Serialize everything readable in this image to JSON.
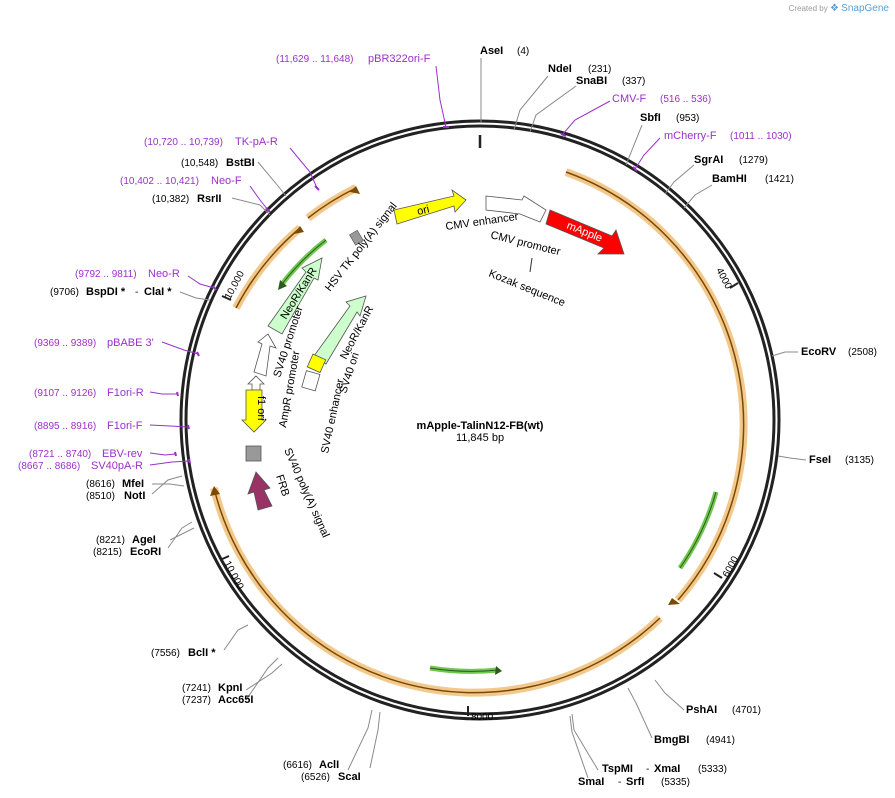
{
  "branding": {
    "created_by": "Created by",
    "app": "SnapGene"
  },
  "plasmid": {
    "name": "mApple-TalinN12-FB(wt)",
    "size": "11,845 bp"
  },
  "ticks": [
    "2000",
    "4000",
    "6000",
    "8000",
    "10,000"
  ],
  "enzymes": [
    {
      "name": "AseI",
      "pos": "(4)"
    },
    {
      "name": "NdeI",
      "pos": "(231)"
    },
    {
      "name": "SnaBI",
      "pos": "(337)"
    },
    {
      "name": "SbfI",
      "pos": "(953)"
    },
    {
      "name": "SgrAI",
      "pos": "(1279)"
    },
    {
      "name": "BamHI",
      "pos": "(1421)"
    },
    {
      "name": "EcoRV",
      "pos": "(2508)"
    },
    {
      "name": "FseI",
      "pos": "(3135)"
    },
    {
      "name": "PshAI",
      "pos": "(4701)"
    },
    {
      "name": "BmgBI",
      "pos": "(4941)"
    },
    {
      "name": "TspMI",
      "sep": "-",
      "name2": "XmaI",
      "pos": "(5333)"
    },
    {
      "name": "SmaI",
      "sep": "-",
      "name2": "SrfI",
      "pos": "(5335)"
    },
    {
      "name": "AclI",
      "pos": "(6616)"
    },
    {
      "name": "ScaI",
      "pos": "(6526)"
    },
    {
      "name": "KpnI",
      "pos": "(7241)"
    },
    {
      "name": "Acc65I",
      "pos": "(7237)"
    },
    {
      "name": "BclI *",
      "pos": "(7556)"
    },
    {
      "name": "AgeI",
      "pos": "(8221)"
    },
    {
      "name": "EcoRI",
      "pos": "(8215)"
    },
    {
      "name": "MfeI",
      "pos": "(8616)"
    },
    {
      "name": "NotI",
      "pos": "(8510)"
    },
    {
      "name": "BspDI *",
      "sep": "-",
      "name2": "ClaI *",
      "pos": "(9706)"
    },
    {
      "name": "RsrII",
      "pos": "(10,382)"
    },
    {
      "name": "BstBI",
      "pos": "(10,548)"
    }
  ],
  "primers": [
    {
      "name": "pBR322ori-F",
      "range": "(11,629 .. 11,648)"
    },
    {
      "name": "CMV-F",
      "range": "(516 .. 536)"
    },
    {
      "name": "mCherry-F",
      "range": "(1011 .. 1030)"
    },
    {
      "name": "TK-pA-R",
      "range": "(10,720 .. 10,739)"
    },
    {
      "name": "Neo-F",
      "range": "(10,402 .. 10,421)"
    },
    {
      "name": "Neo-R",
      "range": "(9792 .. 9811)"
    },
    {
      "name": "pBABE 3'",
      "range": "(9369 .. 9389)"
    },
    {
      "name": "F1ori-R",
      "range": "(9107 .. 9126)"
    },
    {
      "name": "F1ori-F",
      "range": "(8895 .. 8916)"
    },
    {
      "name": "EBV-rev",
      "range": "(8721 .. 8740)"
    },
    {
      "name": "SV40pA-R",
      "range": "(8667 .. 8686)"
    }
  ],
  "features": {
    "ori": "ori",
    "mApple": "mApple",
    "cmv_enhancer": "CMV enhancer",
    "cmv_promoter": "CMV promoter",
    "kozak": "Kozak sequence",
    "hsv_tk": "HSV TK poly(A) signal",
    "neo_inner": "NeoR/KanR",
    "neo_outer": "NeoR/KanR",
    "sv40_promoter": "SV40 promoter",
    "ampr_promoter": "AmpR promoter",
    "sv40_enhancer": "SV40 enhancer",
    "sv40_ori": "SV40 ori",
    "f1_ori": "f1 ori",
    "sv40_polya": "SV40 poly(A) signal",
    "frb": "FRB"
  },
  "colors": {
    "backbone": "#222222",
    "primer": "#9b30c8",
    "ori": "#ffff00",
    "mApple": "#ff0000",
    "neo": "#ccffcc",
    "frb": "#993366",
    "orf_band": "#f3c88c",
    "orf_line": "#7a4a00",
    "green_orf": "#6fc74f",
    "gray_feature": "#999999"
  }
}
